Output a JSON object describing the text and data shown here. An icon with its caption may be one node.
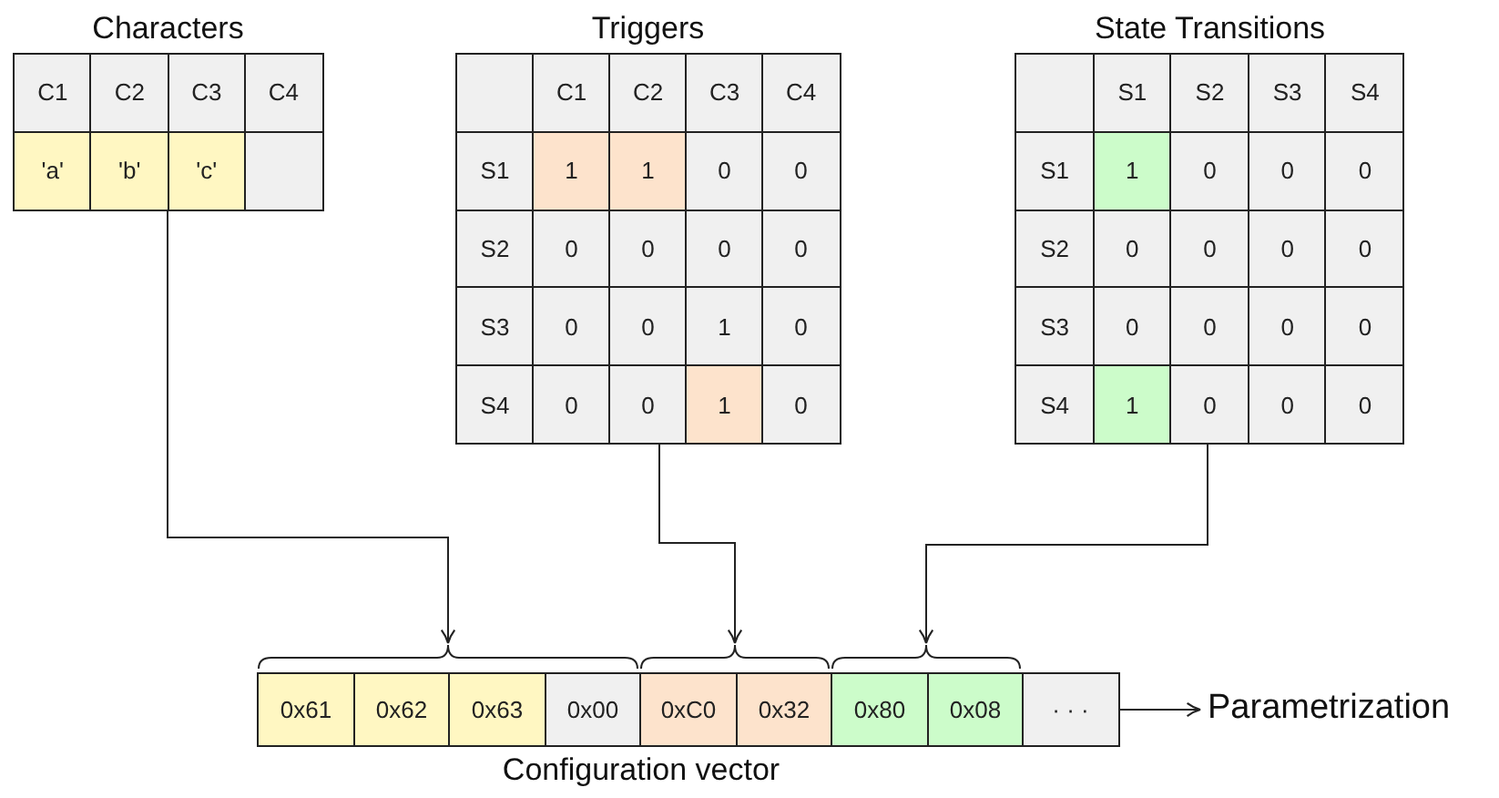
{
  "diagram": {
    "nodes": [
      {
        "text": [
          "Characters"
        ]
      },
      {
        "text": [
          "Triggers"
        ]
      },
      {
        "text": [
          "State Transitions"
        ]
      },
      {
        "text": [],
        "shape": "bracket"
      },
      {
        "text": [
          "0x61"
        ],
        "in": 3
      },
      {
        "text": [
          "0x62"
        ],
        "in": 3
      },
      {
        "text": [
          "0x63"
        ],
        "in": 3
      },
      {
        "text": [
          "0x00"
        ],
        "in": 3
      },
      {
        "text": [],
        "shape": "bracket"
      },
      {
        "text": [
          "0xC0"
        ],
        "in": 8
      },
      {
        "text": [
          "0x32"
        ],
        "in": 8
      },
      {
        "text": [],
        "shape": "bracket"
      },
      {
        "text": [
          "0x80"
        ],
        "in": 11
      },
      {
        "text": [
          "0x08"
        ],
        "in": 11
      },
      {
        "text": [
          "· · ·"
        ]
      },
      {
        "text": [
          "Parametrization"
        ]
      }
    ],
    "edges": [
      {
        "from": 0,
        "to": 3,
        "arrow": "to"
      },
      {
        "from": 1,
        "to": 8,
        "arrow": "to"
      },
      {
        "from": 2,
        "to": 11,
        "arrow": "to"
      },
      {
        "from": 14,
        "to": 15,
        "arrow": "to"
      }
    ],
    "labels": [
      "C1",
      "C2",
      "C3",
      "C4",
      "'a'",
      "'b'",
      "'c'",
      "C1",
      "C2",
      "C3",
      "C4",
      "S1",
      "1",
      "1",
      "0",
      "0",
      "S2",
      "0",
      "0",
      "0",
      "0",
      "S3",
      "0",
      "0",
      "1",
      "0",
      "S4",
      "0",
      "0",
      "1",
      "0",
      "S1",
      "S2",
      "S3",
      "S4",
      "S1",
      "1",
      "0",
      "0",
      "0",
      "S2",
      "0",
      "0",
      "0",
      "0",
      "S3",
      "0",
      "0",
      "0",
      "0",
      "S4",
      "1",
      "0",
      "0",
      "0",
      "Configuration vector"
    ]
  }
}
